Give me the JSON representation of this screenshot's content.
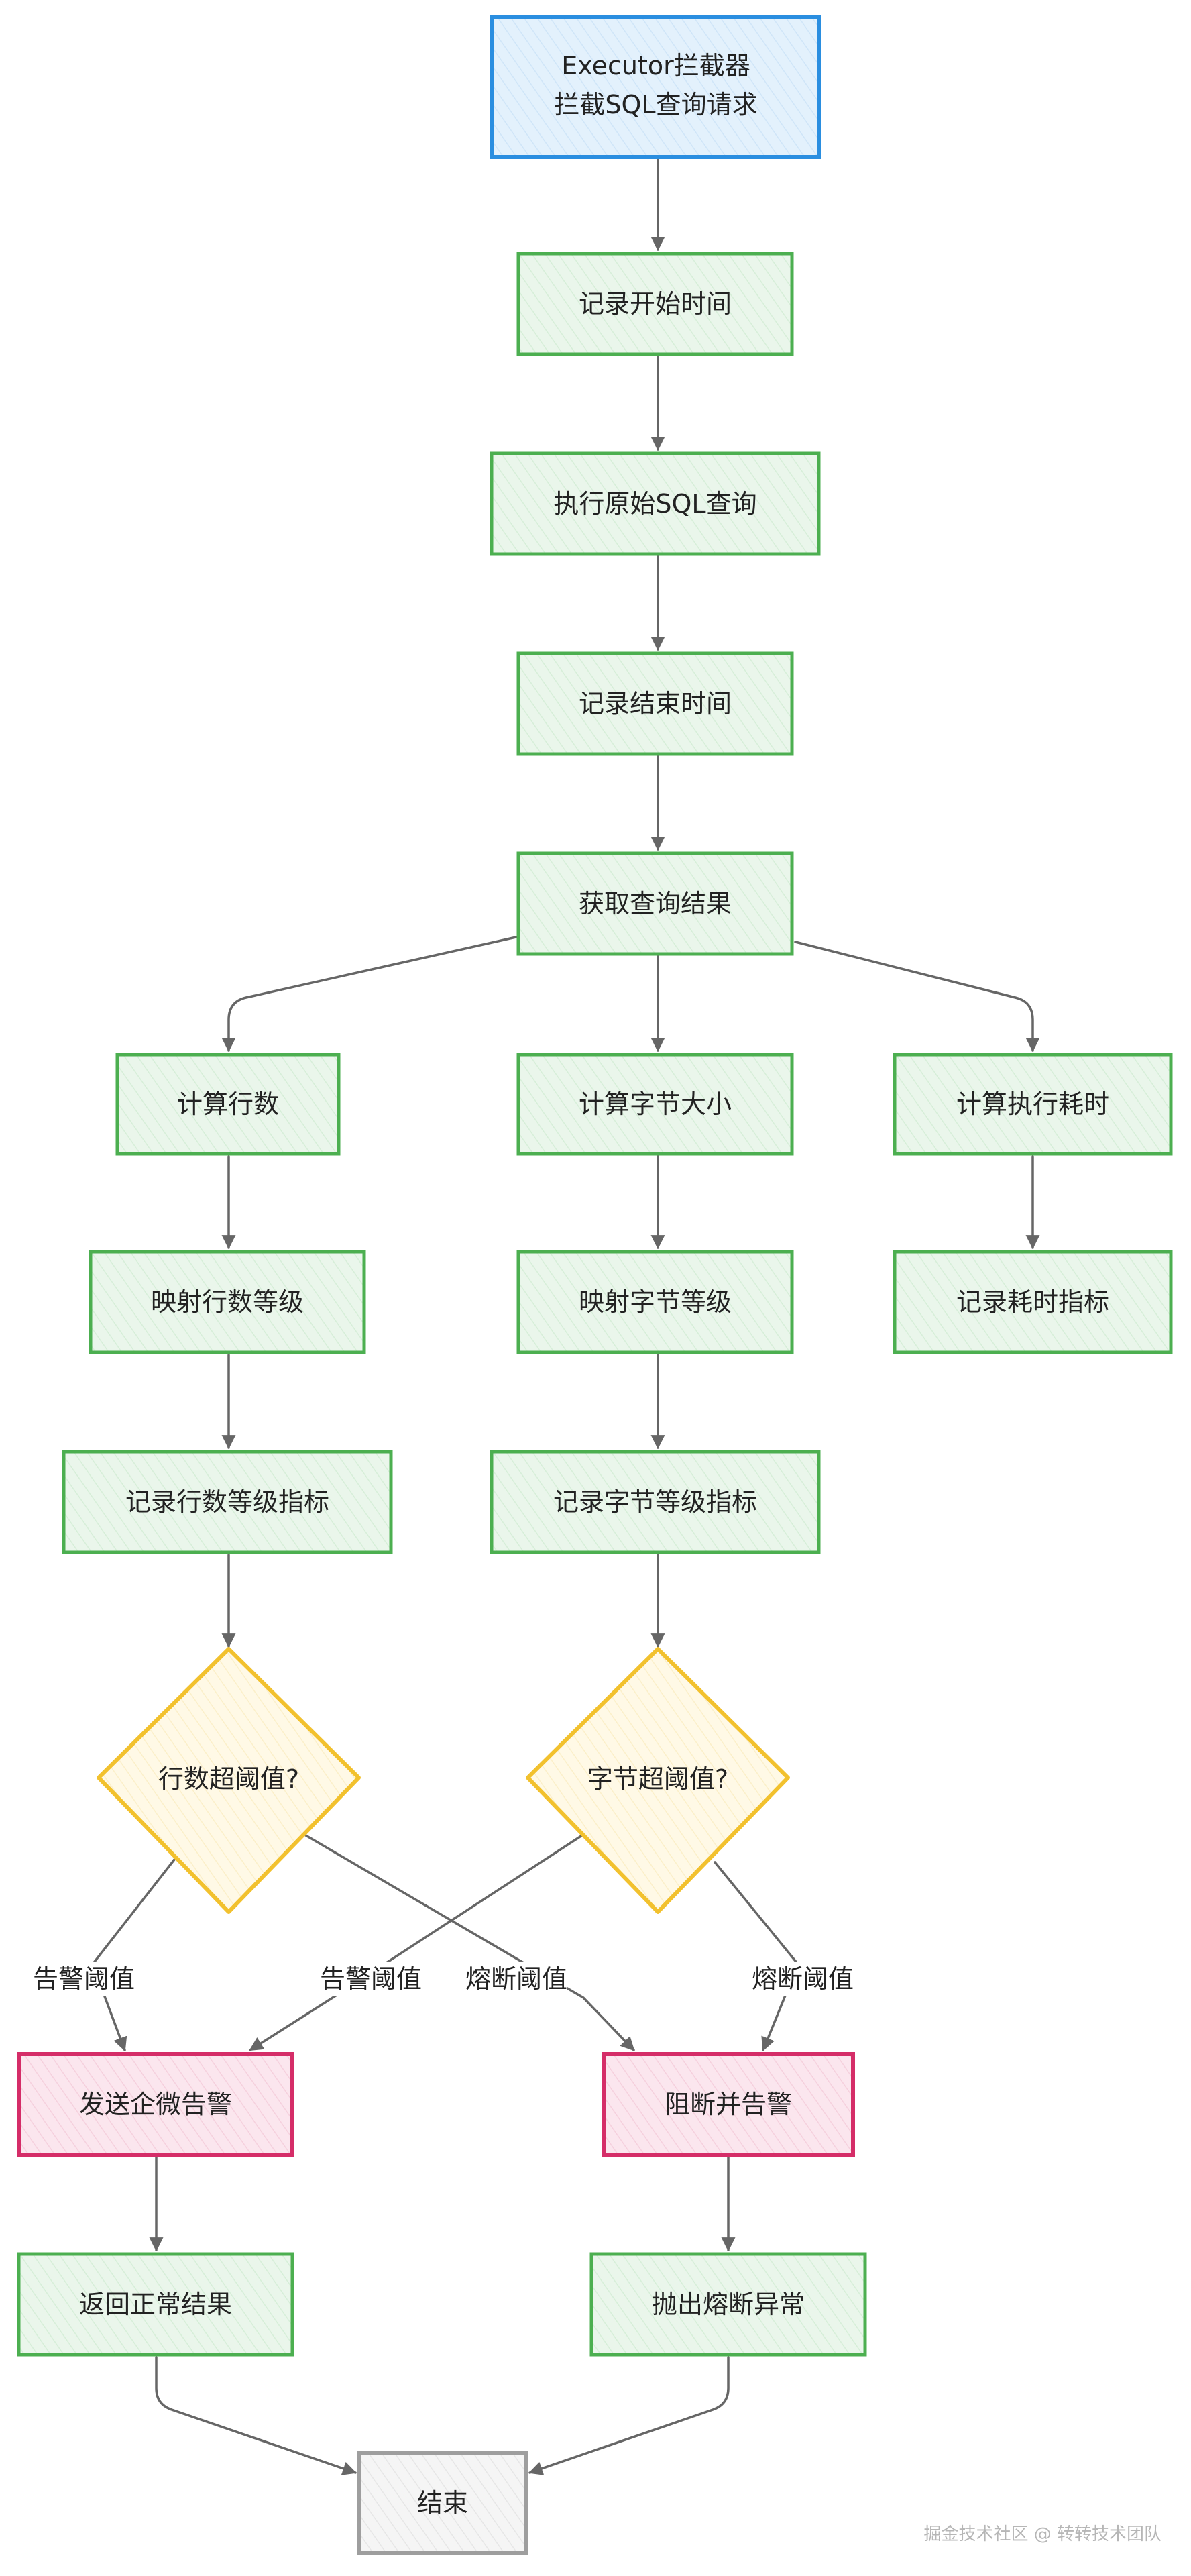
{
  "nodes": {
    "executor_line1": "Executor拦截器",
    "executor_line2": "拦截SQL查询请求",
    "record_start": "记录开始时间",
    "execute_sql": "执行原始SQL查询",
    "record_end": "记录结束时间",
    "get_result": "获取查询结果",
    "calc_rows": "计算行数",
    "calc_bytes": "计算字节大小",
    "calc_time": "计算执行耗时",
    "map_row_level": "映射行数等级",
    "map_byte_level": "映射字节等级",
    "record_time_metric": "记录耗时指标",
    "record_row_metric": "记录行数等级指标",
    "record_byte_metric": "记录字节等级指标",
    "rows_exceed": "行数超阈值?",
    "bytes_exceed": "字节超阈值?",
    "send_alert": "发送企微告警",
    "block_alert": "阻断并告警",
    "return_normal": "返回正常结果",
    "throw_exception": "抛出熔断异常",
    "end": "结束"
  },
  "edge_labels": {
    "rows_alert": "告警阈值",
    "bytes_alert": "告警阈值",
    "rows_fuse": "熔断阈值",
    "bytes_fuse": "熔断阈值"
  },
  "colors": {
    "start_stroke": "#2a8ee0",
    "start_fill": "#e3f1fc",
    "process_stroke": "#4caf50",
    "process_fill": "#e9f6ea",
    "decision_stroke": "#f2c12e",
    "decision_fill": "#fff8e1",
    "alert_stroke": "#d52d68",
    "alert_fill": "#fbe4ec",
    "end_stroke": "#9e9e9e",
    "end_fill": "#f3f3f3",
    "edge": "#666666"
  },
  "watermark": "掘金技术社区 @ 转转技术团队"
}
